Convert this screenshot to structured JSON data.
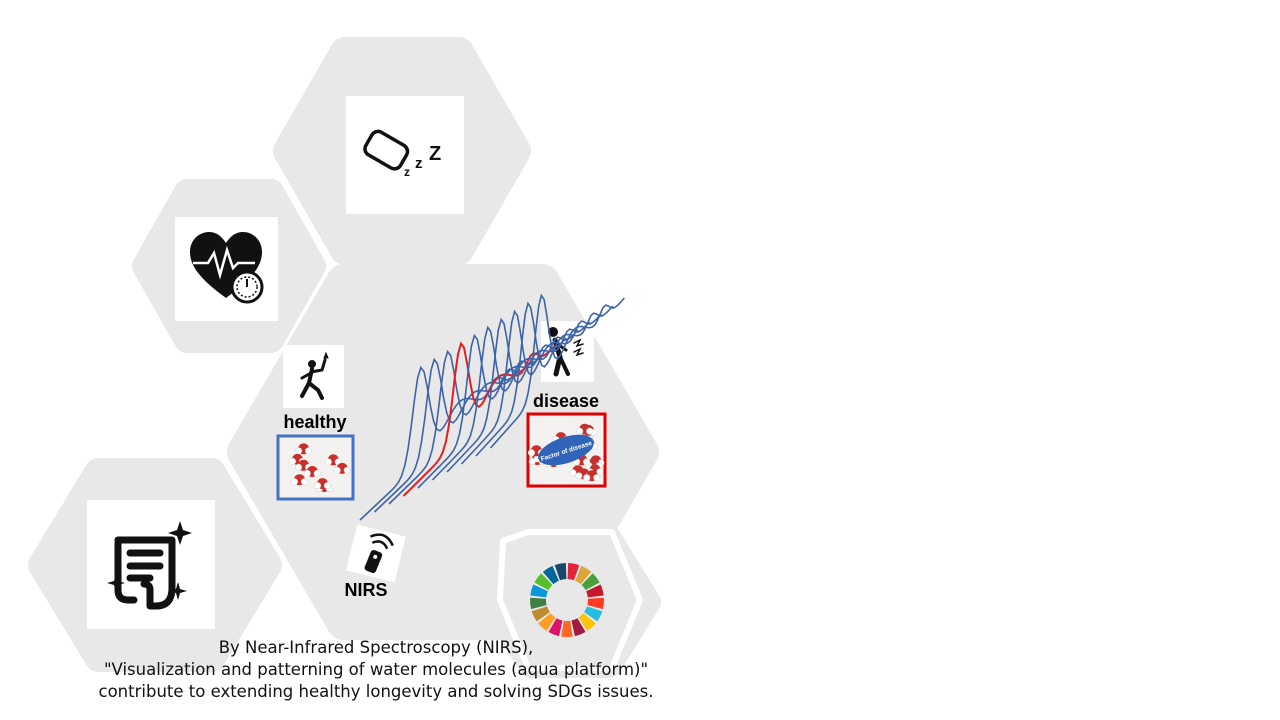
{
  "labels": {
    "healthy": "healthy",
    "disease": "disease",
    "nirs": "NIRS",
    "factor_of_disease": "Factor of disease"
  },
  "caption": {
    "line1": "By Near-Infrared Spectroscopy (NIRS),",
    "line2": "\"Visualization and patterning of water molecules (aqua platform)\"",
    "line3": "contribute to extending healthy longevity and solving SDGs issues."
  },
  "icons": [
    "sleep-pillow-icon",
    "heart-rate-icon",
    "healthy-person-icon",
    "disease-person-icon",
    "nirs-device-icon",
    "intestine-icon",
    "sdgs-wheel-icon",
    "water-molecules-image"
  ],
  "colors": {
    "hexagon": "#e8e8e8",
    "healthy_frame": "#4472c4",
    "disease_frame": "#e00000",
    "spectrum_blue": "#3d63a8",
    "spectrum_red": "#e02020",
    "sdg_wheel": [
      "#e5243b",
      "#dda63a",
      "#4c9f38",
      "#c5192d",
      "#ff3a21",
      "#26bde2",
      "#fcc30b",
      "#a21942",
      "#fd6925",
      "#dd1367",
      "#fd9d24",
      "#bf8b2e",
      "#3f7e44",
      "#0a97d9",
      "#56c02b",
      "#00689d",
      "#19486a"
    ]
  }
}
